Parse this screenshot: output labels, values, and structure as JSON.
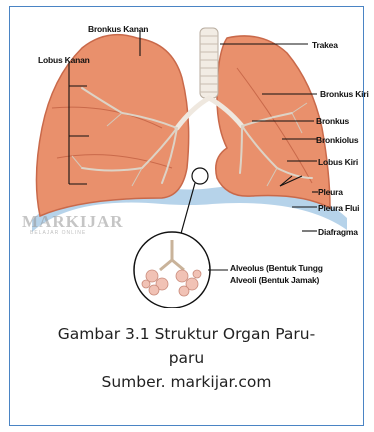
{
  "labels": {
    "bronkus_kanan": "Bronkus Kanan",
    "lobus_kanan": "Lobus Kanan",
    "trakea": "Trakea",
    "bronkus_kiri": "Bronkus Kiri",
    "bronkus": "Bronkus",
    "bronkiolus": "Bronkiolus",
    "lobus_kiri": "Lobus Kiri",
    "pleura": "Pleura",
    "pleura_fluid": "Pleura Flui",
    "diafragma": "Diafragma",
    "alveolus_1": "Alveolus (Bentuk Tungg",
    "alveolus_2": "Alveoli (Bentuk Jamak)"
  },
  "watermark": {
    "main": "MARKIJAR",
    "sub": "BELAJAR ONLINE"
  },
  "caption": {
    "line1": "Gambar 3.1 Struktur Organ Paru-",
    "line2": "paru",
    "line3": "Sumber. markijar.com"
  },
  "colors": {
    "frame_border": "#4a84c4",
    "lung_fill": "#e9906c",
    "lung_dark": "#c9694a",
    "diaphragm": "#a9cbe6"
  }
}
